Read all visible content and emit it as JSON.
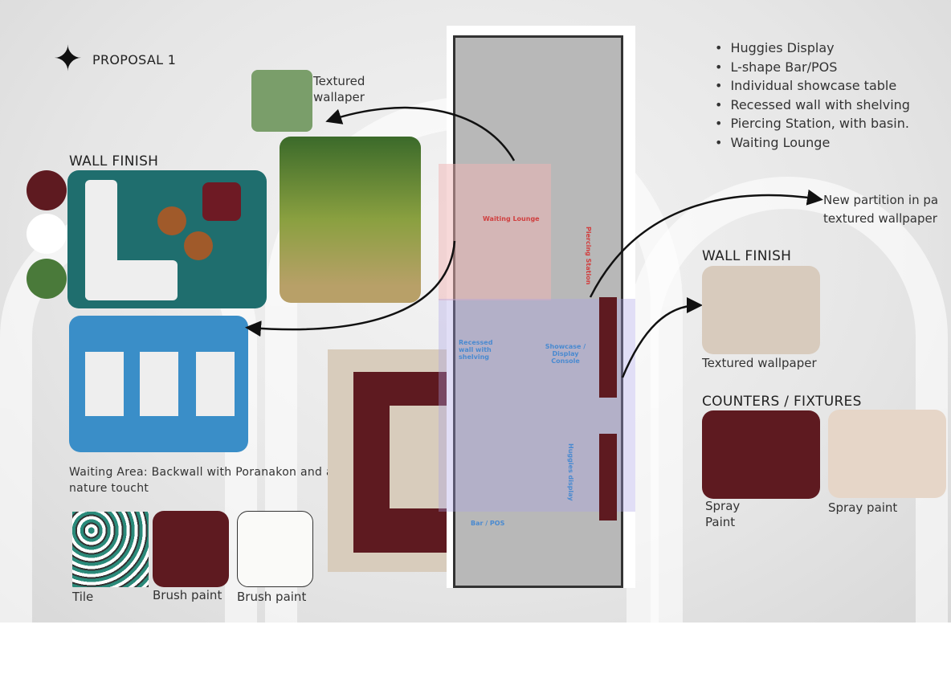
{
  "title": "PROPOSAL 1",
  "features": [
    "Huggies Display",
    "L-shape Bar/POS",
    "Individual showcase table",
    "Recessed wall with shelving",
    "Piercing Station, with basin.",
    "Waiting Lounge"
  ],
  "left": {
    "textured_label": "Textured wallaper",
    "wall_finish_heading": "WALL FINISH",
    "waiting_caption": "Waiting Area: Backwall with Poranakon and a little nature toucht",
    "swatches": [
      {
        "label": "Tile"
      },
      {
        "label": "Brush paint",
        "color": "#5e1a20"
      },
      {
        "label": "Brush paint",
        "color": "#fafaf8"
      }
    ],
    "palette": [
      "#5e1a20",
      "#ffffff",
      "#4a7a3a"
    ]
  },
  "right": {
    "partition_note": "New partition in pa textured wallpaper",
    "wall_finish_heading": "WALL FINISH",
    "wallpaper_label": "Textured wallpaper",
    "counters_heading": "COUNTERS / FIXTURES",
    "counter_swatches": [
      {
        "label": "Spray Paint",
        "color": "#5e1a20"
      },
      {
        "label": "Spray paint",
        "color": "#e6d6c8"
      }
    ]
  },
  "plan_labels": {
    "lounge": "Waiting Lounge",
    "piercing": "Piercing Station",
    "recessed": "Recessed wall with shelving",
    "showcase": "Showcase / Display Console",
    "huggies": "Huggies display",
    "bar": "Bar / POS"
  }
}
